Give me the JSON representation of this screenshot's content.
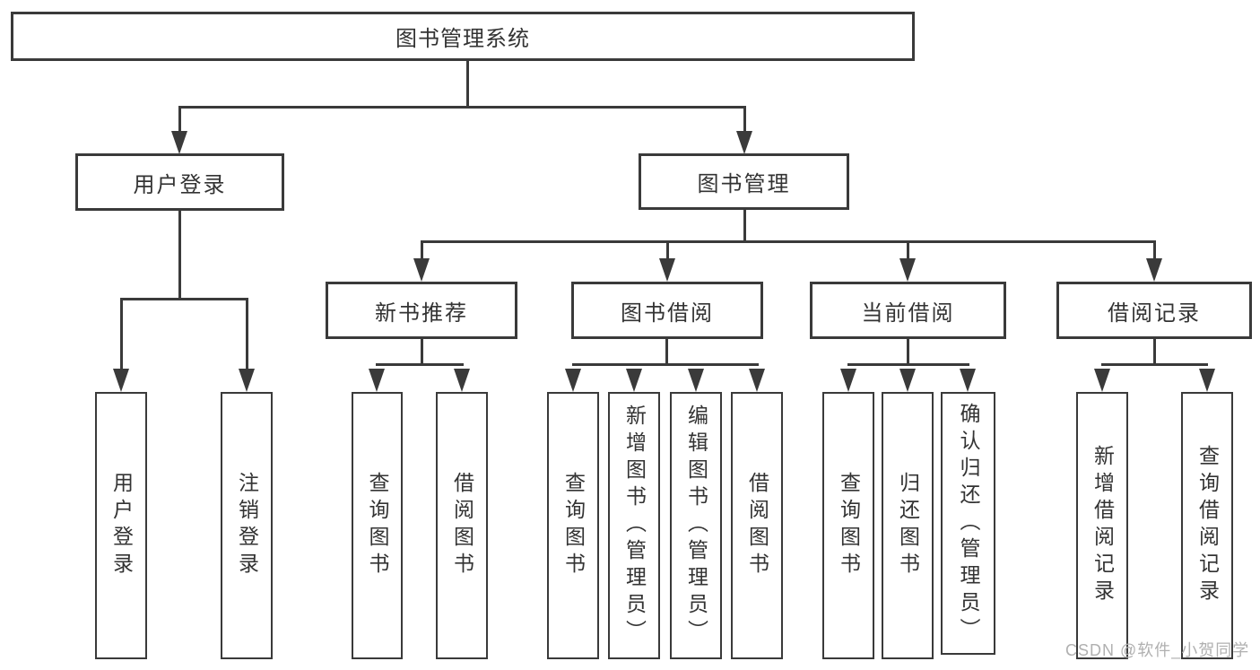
{
  "diagram": {
    "type": "tree",
    "title": "图书管理系统",
    "watermark": "CSDN @软件_小贺同学",
    "colors": {
      "line": "#3a3a3a",
      "box_border": "#3a3a3a",
      "text": "#333333",
      "watermark": "#b0b0b0",
      "background": "#ffffff"
    },
    "root": {
      "label": "图书管理系统"
    },
    "level2": [
      {
        "label": "用户登录",
        "parent": "图书管理系统"
      },
      {
        "label": "图书管理",
        "parent": "图书管理系统"
      }
    ],
    "level3": [
      {
        "label": "新书推荐",
        "parent": "图书管理"
      },
      {
        "label": "图书借阅",
        "parent": "图书管理"
      },
      {
        "label": "当前借阅",
        "parent": "图书管理"
      },
      {
        "label": "借阅记录",
        "parent": "图书管理"
      }
    ],
    "leaves": [
      {
        "label": "用户登录",
        "parent": "用户登录"
      },
      {
        "label": "注销登录",
        "parent": "用户登录"
      },
      {
        "label": "查询图书",
        "parent": "新书推荐"
      },
      {
        "label": "借阅图书",
        "parent": "新书推荐"
      },
      {
        "label": "查询图书",
        "parent": "图书借阅"
      },
      {
        "label": "新增图书（管理员）",
        "parent": "图书借阅"
      },
      {
        "label": "编辑图书（管理员）",
        "parent": "图书借阅"
      },
      {
        "label": "借阅图书",
        "parent": "图书借阅"
      },
      {
        "label": "查询图书",
        "parent": "当前借阅"
      },
      {
        "label": "归还图书",
        "parent": "当前借阅"
      },
      {
        "label": "确认归还（管理员）",
        "parent": "当前借阅"
      },
      {
        "label": "新增借阅记录",
        "parent": "借阅记录"
      },
      {
        "label": "查询借阅记录",
        "parent": "借阅记录"
      }
    ]
  }
}
